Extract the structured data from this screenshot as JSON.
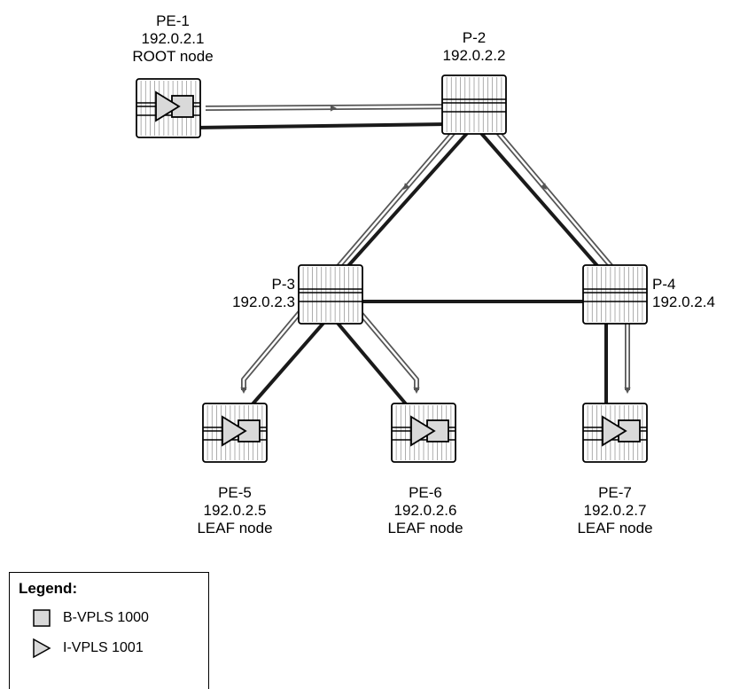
{
  "nodes": [
    {
      "id": "pe1",
      "name": "PE-1",
      "ip": "192.0.2.1",
      "role": "ROOT node",
      "has_service": true
    },
    {
      "id": "p2",
      "name": "P-2",
      "ip": "192.0.2.2",
      "role": "",
      "has_service": false
    },
    {
      "id": "p3",
      "name": "P-3",
      "ip": "192.0.2.3",
      "role": "",
      "has_service": false
    },
    {
      "id": "p4",
      "name": "P-4",
      "ip": "192.0.2.4",
      "role": "",
      "has_service": false
    },
    {
      "id": "pe5",
      "name": "PE-5",
      "ip": "192.0.2.5",
      "role": "LEAF node",
      "has_service": true
    },
    {
      "id": "pe6",
      "name": "PE-6",
      "ip": "192.0.2.6",
      "role": "LEAF node",
      "has_service": true
    },
    {
      "id": "pe7",
      "name": "PE-7",
      "ip": "192.0.2.7",
      "role": "LEAF node",
      "has_service": true
    }
  ],
  "links": [
    [
      "pe1",
      "p2"
    ],
    [
      "p2",
      "p3"
    ],
    [
      "p2",
      "p4"
    ],
    [
      "p3",
      "p4"
    ],
    [
      "p3",
      "pe5"
    ],
    [
      "p3",
      "pe6"
    ],
    [
      "p4",
      "pe7"
    ]
  ],
  "flow_paths": [
    [
      "pe1",
      "p2"
    ],
    [
      "p2",
      "p3"
    ],
    [
      "p2",
      "p4"
    ],
    [
      "p3",
      "pe5"
    ],
    [
      "p3",
      "pe6"
    ],
    [
      "p4",
      "pe7"
    ]
  ],
  "legend": {
    "title": "Legend:",
    "items": [
      {
        "icon": "square-icon",
        "label": "B-VPLS 1000",
        "color": "#d9d9d9"
      },
      {
        "icon": "triangle-icon",
        "label": "I-VPLS 1001",
        "color": "#d9d9d9"
      }
    ]
  },
  "colors": {
    "fill": "#d9d9d9",
    "stroke": "#000000",
    "link": "#1a1a1a"
  }
}
